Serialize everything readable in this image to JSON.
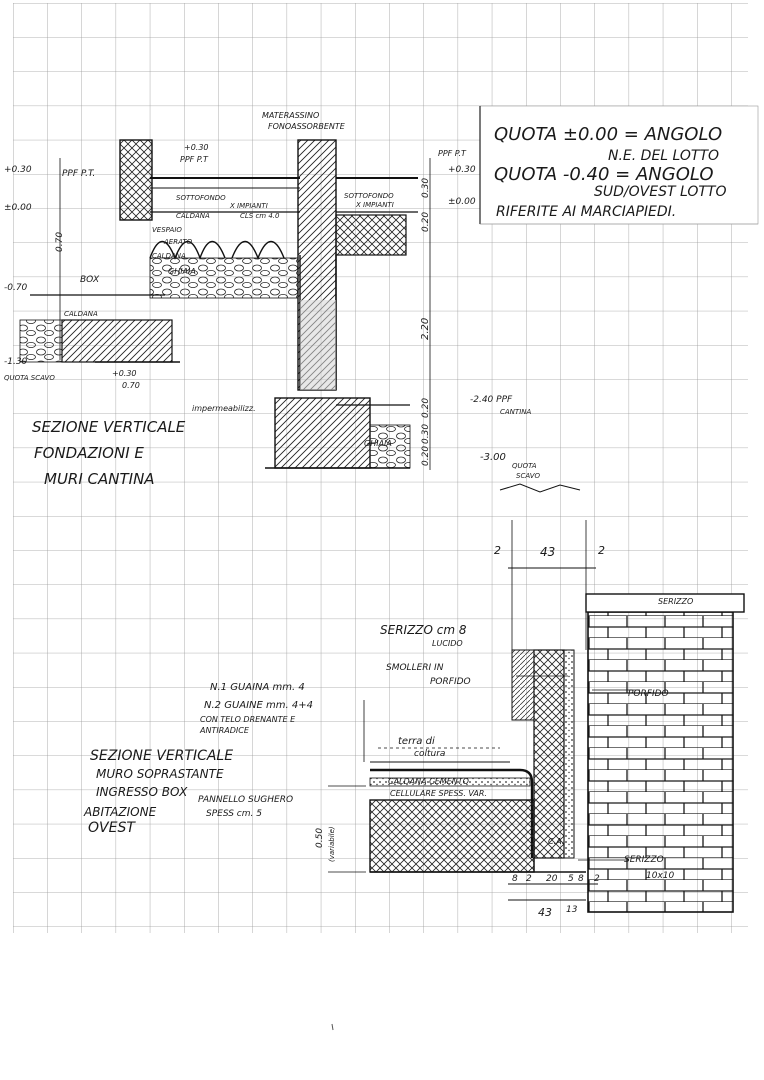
{
  "header_note": {
    "line1": "QUOTA ±0.00 = ANGOLO",
    "line2": "N.E. DEL LOTTO",
    "line3": "QUOTA -0.40 = ANGOLO",
    "line4": "SUD/OVEST LOTTO",
    "line5": "RIFERITE AI MARCIAPIEDI."
  },
  "upper_section": {
    "title_l1": "SEZIONE VERTICALE",
    "title_l2": "FONDAZIONI E",
    "title_l3": "MURI CANTINA",
    "lbl_materassino": "MATERASSINO",
    "lbl_fonoassorbente": "FONOASSORBENTE",
    "lbl_ppf_pt_left": "PPF P.T.",
    "lbl_ppf_pt_mid": "PPF P.T",
    "lbl_ppf_pt_right": "PPF P.T",
    "lbl_030_left": "+0.30",
    "lbl_030_mid": "+0.30",
    "lbl_030_right": "+0.30",
    "lbl_000_left": "±0.00",
    "lbl_000_right": "±0.00",
    "lbl_070": "-0.70",
    "lbl_box": "BOX",
    "lbl_130": "-1.30",
    "lbl_quota_scavo": "QUOTA SCAVO",
    "lbl_sottofondo_l": "SOTTOFONDO",
    "lbl_impianti_l": "X IMPIANTI",
    "lbl_sottofondo_r": "SOTTOFONDO",
    "lbl_impianti_r": "X IMPIANTI",
    "lbl_caldana_l": "CALDANA",
    "lbl_cls": "CLS cm 4.0",
    "lbl_vespaio": "VESPAIO",
    "lbl_aerato": "AERATO",
    "lbl_ghiaia": "GHIAIA",
    "lbl_caldana_box": "CALDANA",
    "lbl_030_bottom": "+0.30",
    "lbl_070_bottom": "0.70",
    "lbl_impermeab": "impermeabilizz.",
    "lbl_240": "-2.40 PPF",
    "lbl_cantina": "CANTINA",
    "lbl_300": "-3.00",
    "lbl_quota": "QUOTA",
    "lbl_scavo": "SCAVO",
    "lbl_ghiaia_bottom": "GHIAIA",
    "dim_220": "2.20",
    "dim_070": "0.70",
    "dim_030": "0.30",
    "dim_020a": "0.20",
    "dim_020b": "0.20",
    "dim_030b": "0.30",
    "dim_020c": "0.20"
  },
  "lower_section": {
    "title_l1": "SEZIONE VERTICALE",
    "title_l2": "MURO SOPRASTANTE",
    "title_l3": "INGRESSO BOX",
    "title_l4": "ABITAZIONE",
    "title_l5": "OVEST",
    "dim_top_2a": "2",
    "dim_top_43": "43",
    "dim_top_2b": "2",
    "lbl_serizzo_top": "SERIZZO",
    "lbl_serizzo_cm8": "SERIZZO cm 8",
    "lbl_lucido": "LUCIDO",
    "lbl_smolleri": "SMOLLERI IN",
    "lbl_porfido": "PORFIDO",
    "lbl_porfido_wall": "PORFIDO",
    "lbl_guaina1": "N.1 GUAINA mm. 4",
    "lbl_guaina2": "N.2 GUAINE mm. 4+4",
    "lbl_telo1": "CON TELO DRENANTE E",
    "lbl_telo2": "ANTIRADICE",
    "lbl_terra": "terra di",
    "lbl_coltura": "coltura",
    "lbl_caldana1": "CALDANA CEMENTO",
    "lbl_caldana2": "CELLULARE SPESS. VAR.",
    "lbl_pannello1": "PANNELLO SUGHERO",
    "lbl_pannello2": "SPESS cm. 5",
    "lbl_050": "0.50",
    "lbl_variabile": "(variabile)",
    "lbl_ca": "C.A.",
    "lbl_serizzo_bottom": "SERIZZO",
    "lbl_10x10": "10x10",
    "dim_b_8a": "8",
    "dim_b_2a": "2",
    "dim_b_20": "20",
    "dim_b_5": "5",
    "dim_b_8b": "8",
    "dim_b_2b": "2",
    "dim_b_43": "43",
    "dim_b_13": "13"
  }
}
